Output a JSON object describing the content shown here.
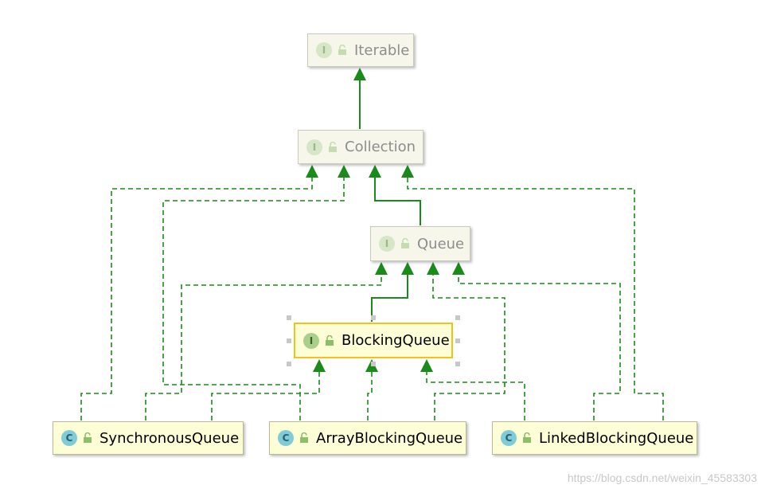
{
  "nodes": {
    "iterable": {
      "label": "Iterable",
      "kind": "I"
    },
    "collection": {
      "label": "Collection",
      "kind": "I"
    },
    "queue": {
      "label": "Queue",
      "kind": "I"
    },
    "blocking_queue": {
      "label": "BlockingQueue",
      "kind": "I"
    },
    "synchronous_queue": {
      "label": "SynchronousQueue",
      "kind": "C"
    },
    "array_blocking_queue": {
      "label": "ArrayBlockingQueue",
      "kind": "C"
    },
    "linked_blocking_queue": {
      "label": "LinkedBlockingQueue",
      "kind": "C"
    }
  },
  "watermark": "https://blog.csdn.net/weixin_45583303",
  "colors": {
    "arrow": "#1a8a1a",
    "selection": "#f2c21b"
  }
}
